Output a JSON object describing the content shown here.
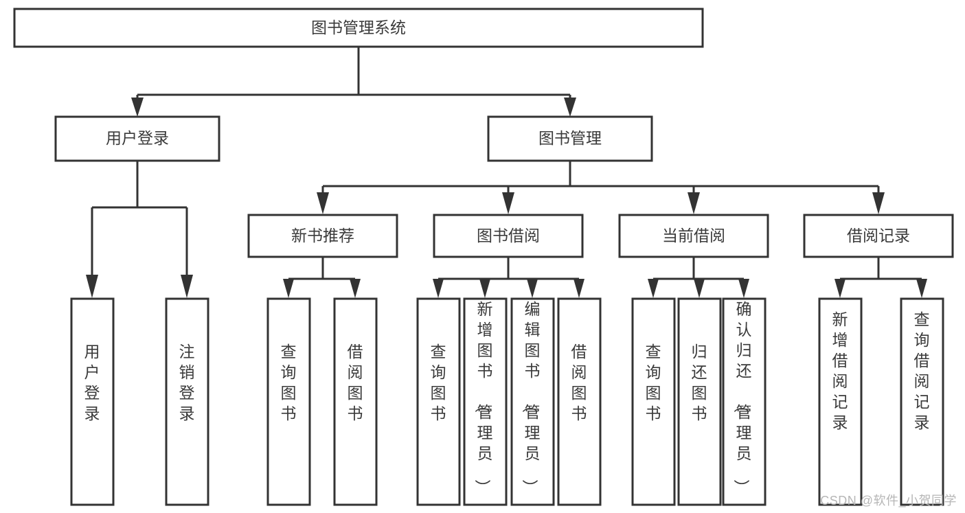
{
  "diagram": {
    "title": "图书管理系统",
    "type": "tree-hierarchy",
    "watermark": "CSDN @软件_小贺同学",
    "accent_color": "#333333",
    "background_color": "#ffffff",
    "text_color": "#3a3a3a",
    "levels": {
      "root": {
        "label": "图书管理系统"
      },
      "level2": [
        {
          "label": "用户登录"
        },
        {
          "label": "图书管理"
        }
      ],
      "level3": [
        {
          "label": "新书推荐"
        },
        {
          "label": "图书借阅"
        },
        {
          "label": "当前借阅"
        },
        {
          "label": "借阅记录"
        }
      ],
      "leaves": {
        "user_login": [
          {
            "label": "用户登录"
          },
          {
            "label": "注销登录"
          }
        ],
        "new_book_recommend": [
          {
            "label": "查询图书"
          },
          {
            "label": "借阅图书"
          }
        ],
        "book_borrow": [
          {
            "label": "查询图书"
          },
          {
            "label": "新增图书（管理员）"
          },
          {
            "label": "编辑图书（管理员）"
          },
          {
            "label": "借阅图书"
          }
        ],
        "current_borrow": [
          {
            "label": "查询图书"
          },
          {
            "label": "归还图书"
          },
          {
            "label": "确认归还（管理员）"
          }
        ],
        "borrow_record": [
          {
            "label": "新增借阅记录"
          },
          {
            "label": "查询借阅记录"
          }
        ]
      }
    }
  }
}
